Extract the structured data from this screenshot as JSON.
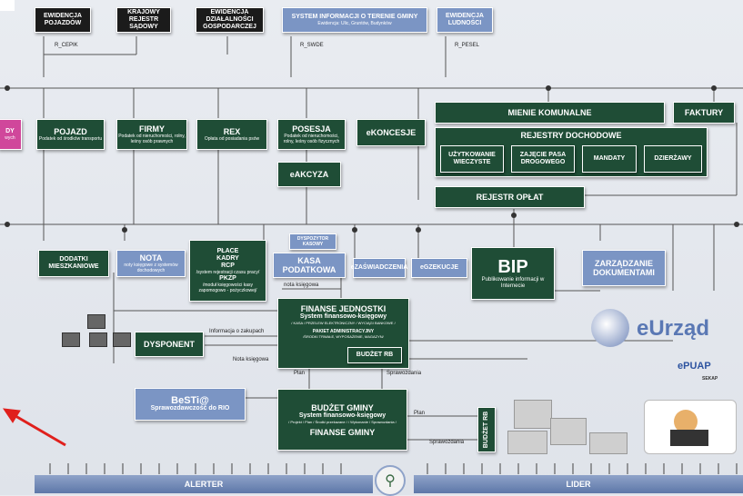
{
  "top": {
    "ewidencja_pojazdow": "EWIDENCJA POJAZDÓW",
    "krajowy_rejestr": "KRAJOWY REJESTR SĄDOWY",
    "ewidencja_dzialalnosci": "EWIDENCJA DZIAŁALNOŚCI GOSPODARCZEJ",
    "sit_title": "SYSTEM INFORMACJI O TERENIE GMINY",
    "sit_sub": "Ewidencja: Ulic, Gruntów, Budynków",
    "ewidencja_ludnosci": "EWIDENCJA LUDNOŚCI",
    "r_cepik": "R_CEPIK",
    "r_swde": "R_SWDE",
    "r_pesel": "R_PESEL"
  },
  "row2": {
    "pink_title": "DY",
    "pink_sub": "wych",
    "pojazd": "POJAZD",
    "pojazd_sub": "Podatek od środków transportu",
    "firmy": "FIRMY",
    "firmy_sub": "Podatek od nieruchomości, rolny, leśny osób prawnych",
    "rex": "REX",
    "rex_sub": "Opłata od posiadania psów",
    "posesja": "POSESJA",
    "posesja_sub": "Podatek od nieruchomości, rolny, leśny osób fizycznych",
    "eakcyza": "eAKCYZA",
    "ekoncesje": "eKONCESJE",
    "mienie": "MIENIE KOMUNALNE",
    "faktury": "FAKTURY",
    "rejestry": "REJESTRY DOCHODOWE",
    "uzytkowanie": "UŻYTKOWANIE WIECZYSTE",
    "zajecie": "ZAJĘCIE PASA DROGOWEGO",
    "mandaty": "MANDATY",
    "dzierzawy": "DZIERŻAWY",
    "rejestr_oplat": "REJESTR OPŁAT"
  },
  "row3": {
    "dodatki": "DODATKI MIESZKANIOWE",
    "nota": "NOTA",
    "nota_sub": "noty księgowe z systemów dochodowych",
    "place": "PŁACE",
    "kadry": "KADRY",
    "rcp": "RCP",
    "rcp_sub": "/system rejestracji czasu pracy/",
    "pkzp": "PKZP",
    "pkzp_sub": "/moduł księgowości kasy zapomogowo - pożyczkowej/",
    "dyspozytor": "DYSPOZYTOR KASOWY",
    "kasa": "KASA PODATKOWA",
    "ezaswiadczenia": "eZAŚWIADCZENIA",
    "egzekucje": "eGZEKUCJE",
    "bip": "BIP",
    "bip_sub": "Publikowanie informacji w Internecie",
    "zarzadzanie": "ZARZĄDZANIE DOKUMENTAMI",
    "nota_ksiegowa": "nota księgowa"
  },
  "finanse": {
    "title": "FINANSE JEDNOSTKI",
    "sub": "System finansowo-księgowy",
    "sub2": "/ KASA / PRZELEW ELEKTRONICZNY / WYCIĄGI BANKOWE /",
    "pakiet": "PAKIET ADMINISTRACYJNY",
    "pakiet_sub": "/ŚRODKI TRWAŁE, WYPOSAŻENIE, MAGAZYN/",
    "budzet_rb": "BUDŻET RB"
  },
  "dysponent": {
    "label": "DYSPONENT",
    "info": "Informacja o zakupach",
    "nota": "Nota księgowa"
  },
  "besti": {
    "title": "BeSTi@",
    "sub": "Sprawozdawczość do RIO"
  },
  "budzet": {
    "title": "BUDŻET GMINY",
    "sub": "System finansowo-księgowy",
    "sub2": "/ Projekt / Plan / Środki przekazane / / Wykonanie / Sprawozdania /",
    "finanse": "FINANSE GMINY",
    "plan": "Plan",
    "sprawozdania": "Sprawozdania",
    "side_rb": "BUDŻET RB"
  },
  "right": {
    "eurzad": "eUrząd",
    "epuap": "ePUAP",
    "sekap": "SEKAP"
  },
  "bottom": {
    "alerter": "ALERTER",
    "lider": "LIDER"
  },
  "colors": {
    "green": "#1f4d36",
    "black": "#1b1b1b",
    "blue": "#7b95c4",
    "pink": "#d0479b",
    "arrow": "#e0201c"
  }
}
